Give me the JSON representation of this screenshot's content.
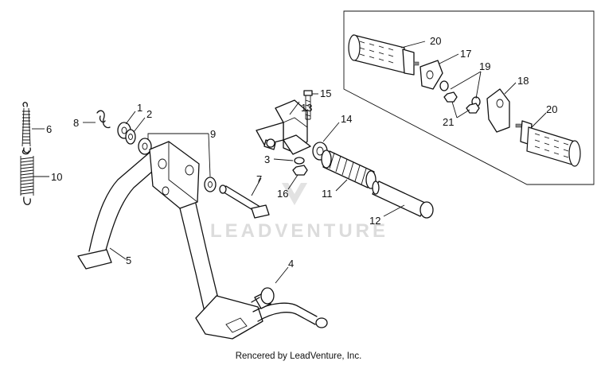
{
  "watermark": {
    "text": "LEADVENTURE"
  },
  "credit": {
    "text": "Rencered by LeadVenture, Inc."
  },
  "callouts": {
    "c1": "1",
    "c2": "2",
    "c3": "3",
    "c4": "4",
    "c5": "5",
    "c6": "6",
    "c7": "7",
    "c8": "8",
    "c9": "9",
    "c10": "10",
    "c11": "11",
    "c12": "12",
    "c13": "13",
    "c14": "14",
    "c15": "15",
    "c16": "16",
    "c17": "17",
    "c18": "18",
    "c19": "19",
    "c20a": "20",
    "c20b": "20",
    "c21": "21"
  }
}
